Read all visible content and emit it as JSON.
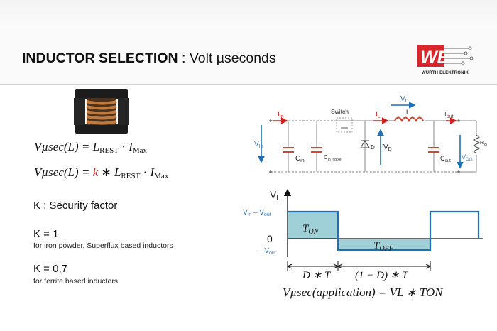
{
  "title": {
    "bold": "INDUCTOR SELECTION",
    "rest": " : Volt µseconds"
  },
  "logo": {
    "text": "WÜRTH ELEKTRONIK",
    "letters": "WE"
  },
  "formulas": {
    "f1": {
      "lhs": "Vµsec(L) = ",
      "l": "L",
      "l_sub": "REST",
      "dot": " · ",
      "i": "I",
      "i_sub": "Max"
    },
    "f2": {
      "lhs": "Vµsec(L) = ",
      "k": "k",
      "star": " ∗ ",
      "l": "L",
      "l_sub": "REST",
      "dot": " · ",
      "i": "I",
      "i_sub": "Max"
    }
  },
  "security": "K : Security factor",
  "k1": {
    "label": "K = 1",
    "note": "for iron powder, Superflux based inductors"
  },
  "k2": {
    "label": "K = 0,7",
    "note": "for ferrite based inductors"
  },
  "circuit": {
    "switch": "Switch",
    "iin": "I",
    "iin_sub": "In",
    "il": "I",
    "il_sub": "L",
    "inductor": "L",
    "vl": "V",
    "vl_sub": "L",
    "iout": "I",
    "iout_sub": "out",
    "rload": "R",
    "rload_sub": "load",
    "vin": "V",
    "vin_sub": "In",
    "cin": "C",
    "cin_sub": "in",
    "cin_ripple": "C",
    "cin_ripple_sub": "in_ripple",
    "diode": "D",
    "vd": "V",
    "vd_sub": "D",
    "cout": "C",
    "cout_sub": "out",
    "vout": "V",
    "vout_sub": "Out"
  },
  "waveform": {
    "yaxis": "V",
    "yaxis_sub": "L",
    "top_label": "V",
    "top_label_sub1": "in",
    "top_label_mid": " – V",
    "top_label_sub2": "out",
    "zero": "0",
    "neg_label": "– V",
    "neg_label_sub": "out",
    "ton": "T",
    "ton_sub": "ON",
    "toff": "T",
    "toff_sub": "OFF",
    "dt": "D ∗ T",
    "one_minus_dt": "(1 − D) ∗ T",
    "colors": {
      "line": "#1f6fb8",
      "fill": "#9fd0d8",
      "vin_label": "#3a7fc0"
    }
  },
  "app_formula": {
    "lhs": "Vµsec",
    "rhs": "(application) = VL ∗ TON"
  },
  "colors": {
    "red": "#d12020",
    "blue": "#1f6fb8"
  }
}
